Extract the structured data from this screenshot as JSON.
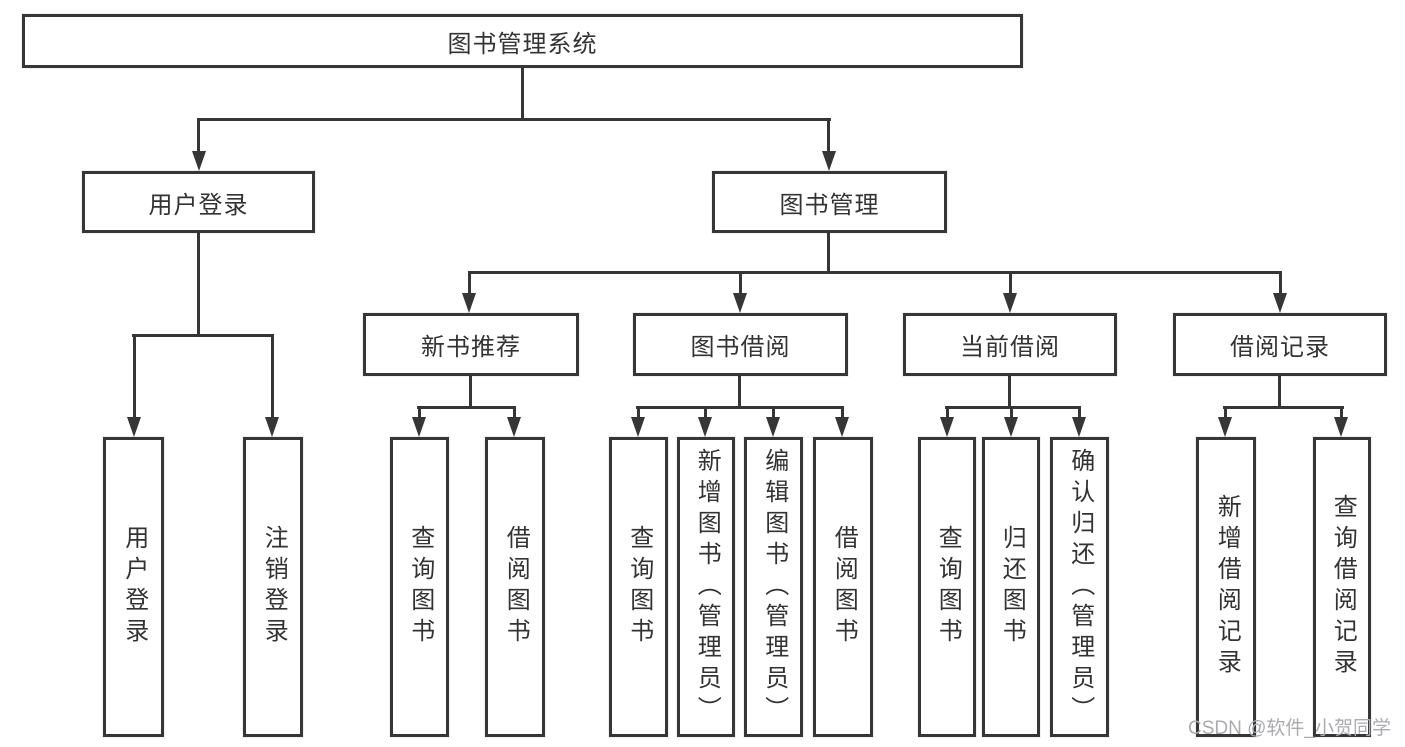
{
  "title": "图书管理系统",
  "colors": {
    "line": "#363636",
    "text": "#333333",
    "background": "#ffffff",
    "watermark": "#a9abae"
  },
  "nodes": {
    "root": "图书管理系统",
    "user_login": "用户登录",
    "book_mgmt": "图书管理",
    "new_book": "新书推荐",
    "book_borrow": "图书借阅",
    "current_borrow": "当前借阅",
    "borrow_record": "借阅记录",
    "leaf_user_login": "用户登录",
    "leaf_logout": "注销登录",
    "leaf_nb_query": "查询图书",
    "leaf_nb_borrow": "借阅图书",
    "leaf_bb_query": "查询图书",
    "leaf_bb_add": "新增图书（管理员）",
    "leaf_bb_edit": "编辑图书（管理员）",
    "leaf_bb_borrow": "借阅图书",
    "leaf_cb_query": "查询图书",
    "leaf_cb_return": "归还图书",
    "leaf_cb_confirm": "确认归还（管理员）",
    "leaf_br_add": "新增借阅记录",
    "leaf_br_query": "查询借阅记录"
  },
  "watermark": "CSDN @软件_小贺同学"
}
